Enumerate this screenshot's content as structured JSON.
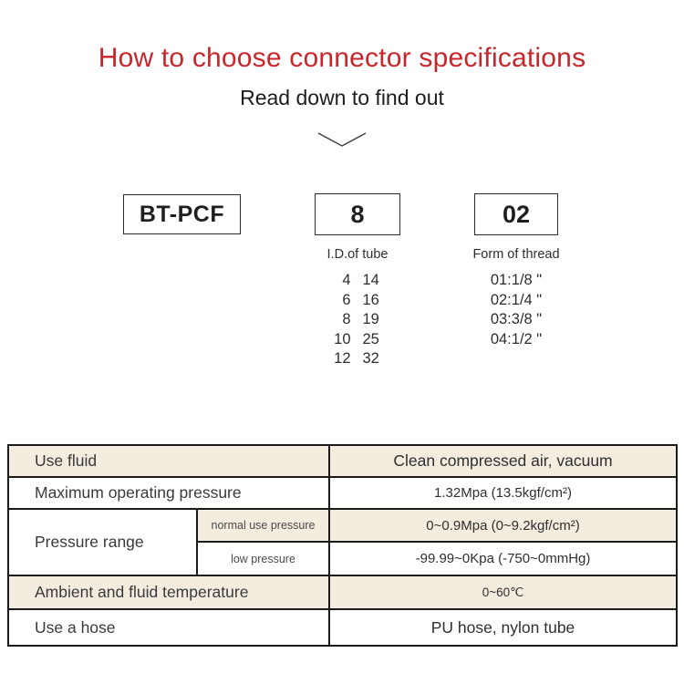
{
  "page": {
    "title": "How to choose connector specifications",
    "subtitle": "Read down to find out",
    "title_color": "#c9262c",
    "table_row_highlight_color": "#f3ecdf",
    "table_border_color": "#1a1a1a"
  },
  "model_code": {
    "series_label": "BT-PCF",
    "tube_code": "8",
    "thread_code": "02",
    "tube_column_title": "I.D.of tube",
    "thread_column_title": "Form of thread",
    "tube_sizes": [
      [
        "4",
        "14"
      ],
      [
        "6",
        "16"
      ],
      [
        "8",
        "19"
      ],
      [
        "10",
        "25"
      ],
      [
        "12",
        "32"
      ]
    ],
    "thread_options": [
      "01:1/8 \"",
      "02:1/4 \"",
      "03:3/8 \"",
      "04:1/2 \""
    ]
  },
  "spec_table": {
    "rows": [
      {
        "label": "Use fluid",
        "value": "Clean compressed air, vacuum"
      },
      {
        "label": "Maximum operating pressure",
        "value": "1.32Mpa (13.5kgf/cm²)"
      },
      {
        "label": "Pressure range",
        "sub_rows": [
          {
            "sub_label": "normal use pressure",
            "value": "0~0.9Mpa (0~9.2kgf/cm²)"
          },
          {
            "sub_label": "low pressure",
            "value": "-99.99~0Kpa (-750~0mmHg)"
          }
        ]
      },
      {
        "label": "Ambient and fluid temperature",
        "value": "0~60℃"
      },
      {
        "label": "Use a hose",
        "value": "PU hose, nylon tube"
      }
    ]
  }
}
